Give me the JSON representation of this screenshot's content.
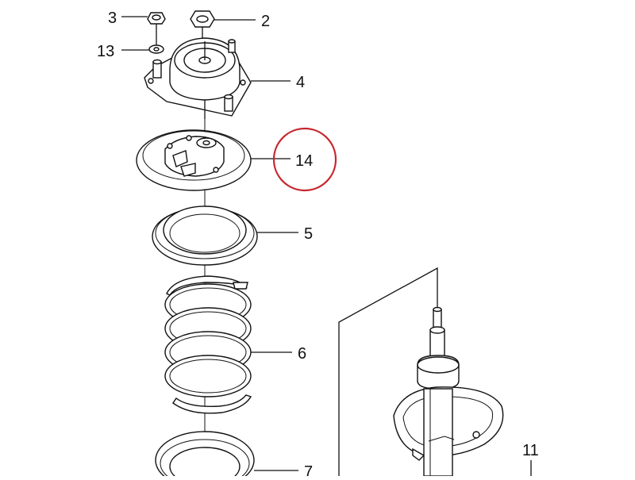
{
  "diagram": {
    "callouts": [
      {
        "id": "nut-small",
        "label": "3"
      },
      {
        "id": "nut-top",
        "label": "2"
      },
      {
        "id": "washer",
        "label": "13"
      },
      {
        "id": "strut-mount",
        "label": "4"
      },
      {
        "id": "bearing",
        "label": "14"
      },
      {
        "id": "upper-seat",
        "label": "5"
      },
      {
        "id": "coil-spring",
        "label": "6"
      },
      {
        "id": "lower-seat",
        "label": "7"
      },
      {
        "id": "shock-absorber",
        "label": "11"
      }
    ],
    "highlight_color": "#c8262f"
  }
}
